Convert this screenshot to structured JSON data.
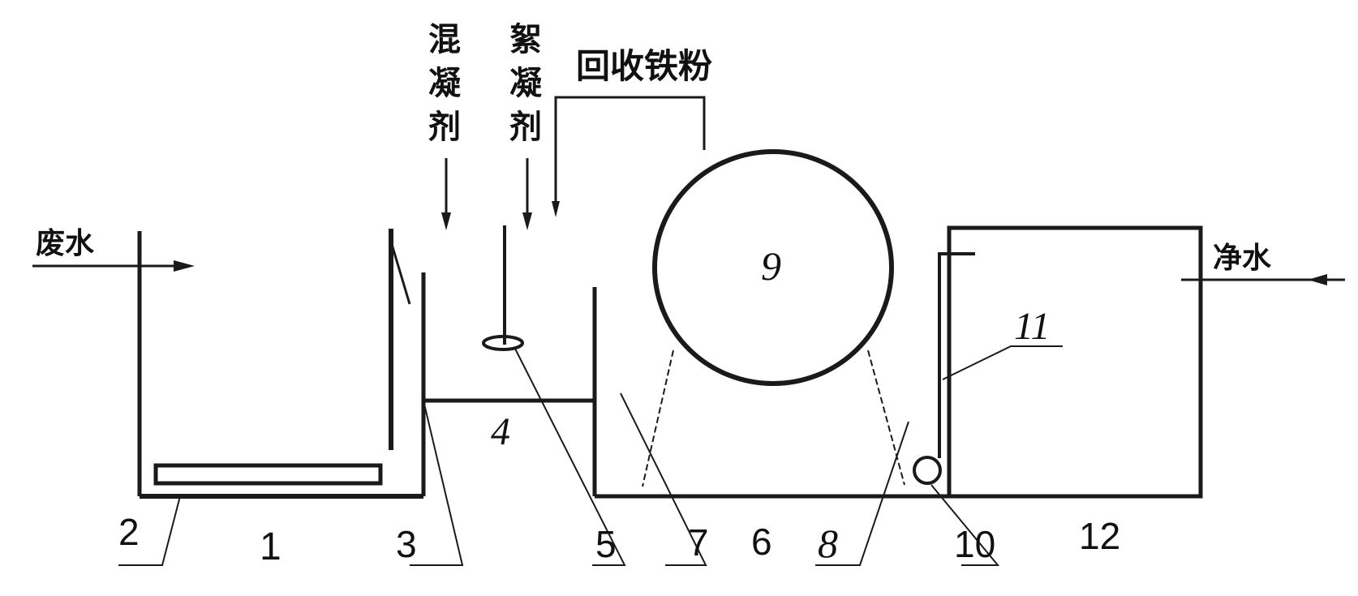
{
  "labels": {
    "wastewater": "废水",
    "clean_water": "净水",
    "coagulant": "混凝剂",
    "flocculant": "絮凝剂",
    "recover_iron": "回收铁粉"
  },
  "numbers": {
    "n1": "1",
    "n2": "2",
    "n3": "3",
    "n4": "4",
    "n5": "5",
    "n6": "6",
    "n7": "7",
    "n8": "8",
    "n9": "9",
    "n10": "10",
    "n11": "11",
    "n12": "12"
  },
  "colors": {
    "ink": "#1a1a1a",
    "background": "#ffffff"
  }
}
